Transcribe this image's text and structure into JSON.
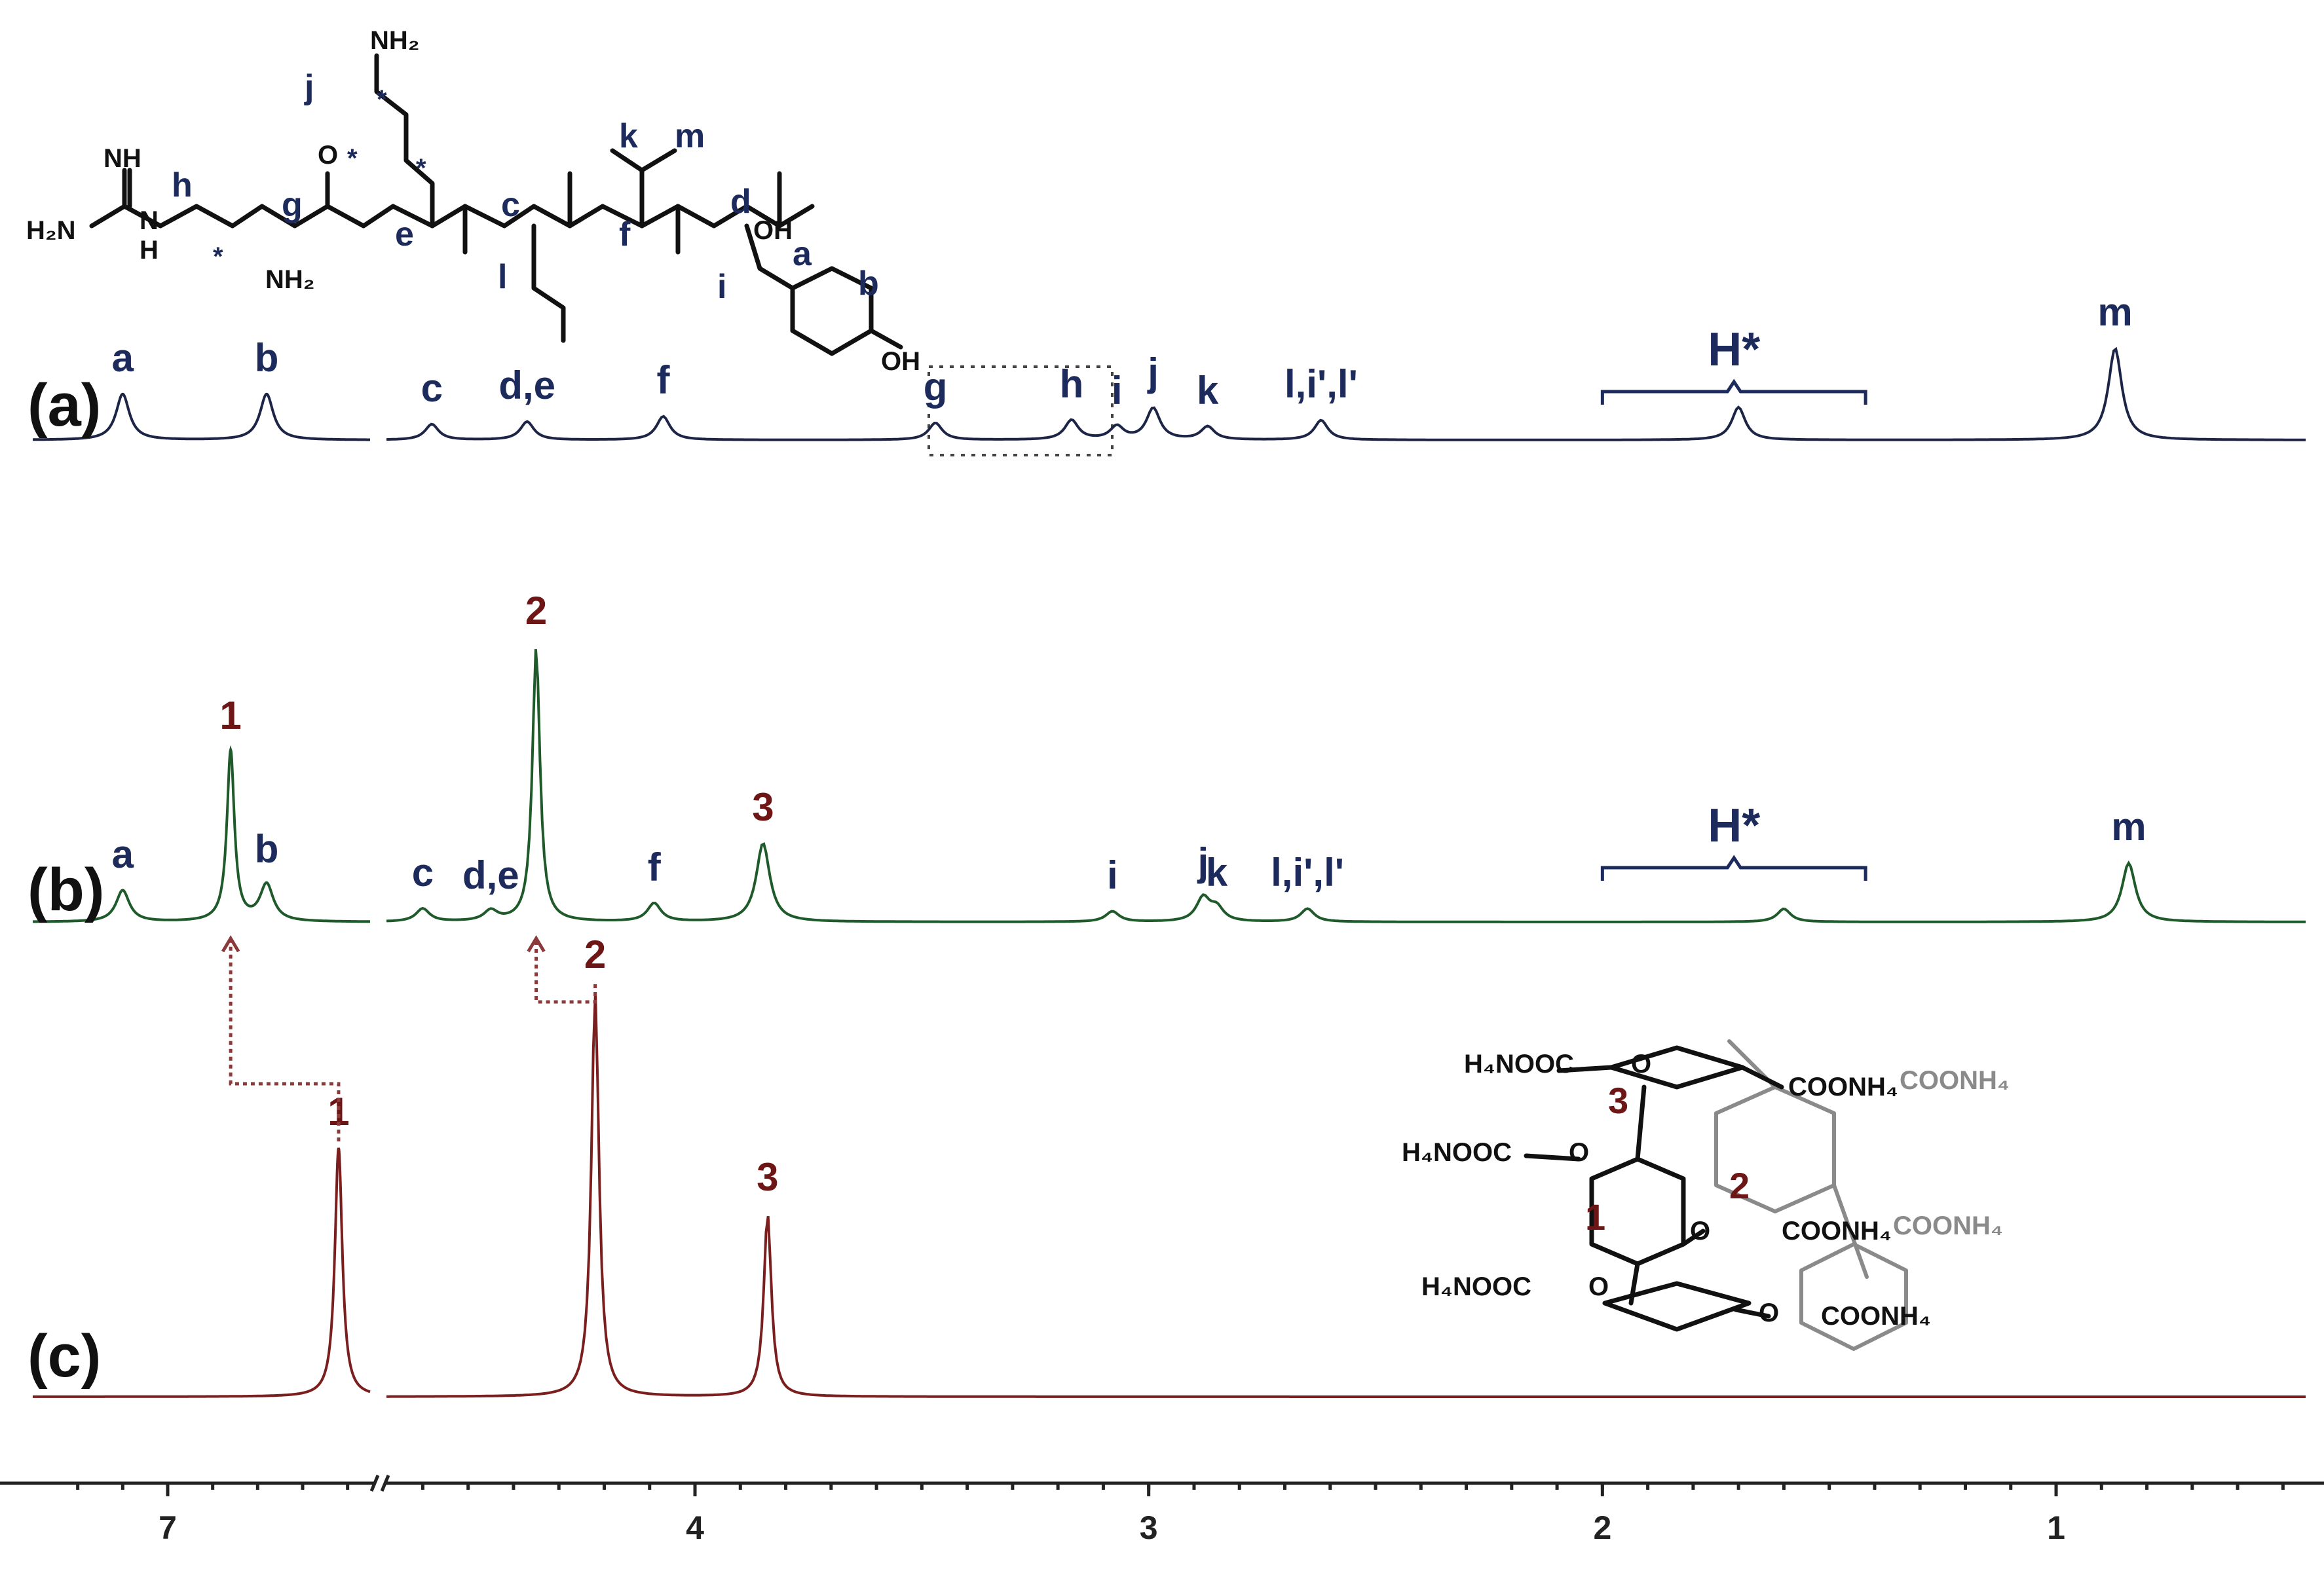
{
  "colors": {
    "spectrum_a": "#1d2547",
    "spectrum_b": "#1e5a2a",
    "spectrum_c": "#7a1e1e",
    "label_a": "#1d2a5c",
    "label_b": "#1d2a5c",
    "label_c": "#6e1616",
    "arrow": "#8a3a3a",
    "axis": "#222222"
  },
  "chart_data": {
    "type": "line",
    "x_axis": {
      "direction": "decreasing",
      "ticks": [
        "7",
        "4",
        "3",
        "2",
        "1"
      ],
      "break_between": [
        "7",
        "4"
      ]
    },
    "series": [
      {
        "name": "(a)",
        "peaks": [
          {
            "label": "a",
            "x": 7.1,
            "height": 0.35
          },
          {
            "label": "b",
            "x": 6.78,
            "height": 0.35
          },
          {
            "label": "c",
            "x": 4.58,
            "height": 0.12
          },
          {
            "label": "d,e",
            "x": 4.37,
            "height": 0.14
          },
          {
            "label": "f",
            "x": 4.07,
            "height": 0.18
          },
          {
            "label": "g",
            "x": 3.47,
            "height": 0.13
          },
          {
            "label": "h",
            "x": 3.17,
            "height": 0.15
          },
          {
            "label": "i",
            "x": 3.07,
            "height": 0.1
          },
          {
            "label": "j",
            "x": 2.99,
            "height": 0.24
          },
          {
            "label": "k",
            "x": 2.87,
            "height": 0.1
          },
          {
            "label": "l,i',l'",
            "x": 2.62,
            "height": 0.15
          },
          {
            "label": "H*",
            "x": 1.7,
            "height": 0.25
          },
          {
            "label": "m",
            "x": 0.87,
            "height": 0.7
          }
        ],
        "bracket": {
          "label": "H*",
          "from": 2.0,
          "to": 1.42
        }
      },
      {
        "name": "(b)",
        "peaks": [
          {
            "label": "a",
            "x": 7.1,
            "height": 0.24
          },
          {
            "label": "1",
            "x": 6.86,
            "height": 1.3
          },
          {
            "label": "b",
            "x": 6.78,
            "height": 0.28
          },
          {
            "label": "c",
            "x": 4.6,
            "height": 0.1
          },
          {
            "label": "d,e",
            "x": 4.45,
            "height": 0.08
          },
          {
            "label": "2",
            "x": 4.35,
            "height": 2.1
          },
          {
            "label": "f",
            "x": 4.09,
            "height": 0.14
          },
          {
            "label": "3",
            "x": 3.85,
            "height": 0.6
          },
          {
            "label": "i",
            "x": 3.08,
            "height": 0.08
          },
          {
            "label": "j",
            "x": 2.88,
            "height": 0.18
          },
          {
            "label": "k",
            "x": 2.85,
            "height": 0.1
          },
          {
            "label": "l,i',l'",
            "x": 2.65,
            "height": 0.1
          },
          {
            "label": "H*",
            "x": 1.6,
            "height": 0.1
          },
          {
            "label": "m",
            "x": 0.84,
            "height": 0.45
          }
        ],
        "bracket": {
          "label": "H*",
          "from": 2.0,
          "to": 1.42
        }
      },
      {
        "name": "(c)",
        "peaks": [
          {
            "label": "1",
            "x": 6.62,
            "height": 1.9
          },
          {
            "label": "2",
            "x": 4.22,
            "height": 3.1
          },
          {
            "label": "3",
            "x": 3.84,
            "height": 1.4
          }
        ]
      }
    ],
    "arrows": [
      {
        "label": "1",
        "from_x": 6.62,
        "to_x": 6.86
      },
      {
        "label": "2",
        "from_x": 4.22,
        "to_x": 4.35
      }
    ]
  },
  "peptide": {
    "labels": [
      "a",
      "b",
      "c",
      "d",
      "e",
      "f",
      "g",
      "h",
      "i",
      "j",
      "k",
      "l",
      "m",
      "*"
    ],
    "atoms": {
      "nh2_top": "NH₂",
      "nh": "NH",
      "h2n": "H₂N",
      "n": "N",
      "h": "H",
      "nh2": "NH₂",
      "o": "O",
      "oh": "OH",
      "oh2": "OH"
    }
  },
  "pillararene": {
    "groups": [
      "H₄NOOC",
      "COONH₄",
      "O"
    ],
    "labels": [
      "1",
      "2",
      "3"
    ]
  }
}
